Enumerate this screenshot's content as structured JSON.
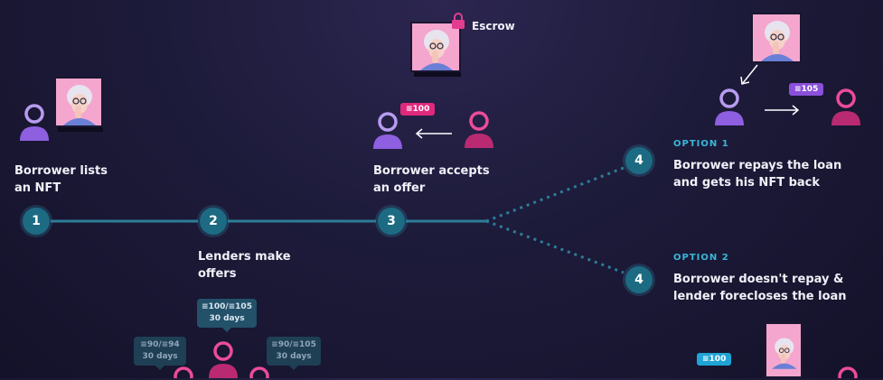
{
  "steps": {
    "s1": "1",
    "s2": "2",
    "s3": "3",
    "s4a": "4",
    "s4b": "4"
  },
  "labels": {
    "borrower_lists": [
      "Borrower lists",
      "an NFT"
    ],
    "lenders_make": [
      "Lenders make",
      "offers"
    ],
    "borrower_accepts": [
      "Borrower accepts",
      "an offer"
    ],
    "option1_tag": "OPTION 1",
    "option1_text": [
      "Borrower repays the loan",
      "and gets his NFT back"
    ],
    "option2_tag": "OPTION 2",
    "option2_text": [
      "Borrower doesn't repay &",
      "lender forecloses the loan"
    ],
    "escrow": "Escrow"
  },
  "badges": {
    "accept_amount": "≡100",
    "repay_amount": "≡105",
    "foreclose_amount": "≡100"
  },
  "offers": [
    {
      "line1": "≡90/≡94",
      "line2": "30 days",
      "style": "dim"
    },
    {
      "line1": "≡100/≡105",
      "line2": "30 days",
      "style": "active"
    },
    {
      "line1": "≡90/≡105",
      "line2": "30 days",
      "style": "dim"
    }
  ],
  "colors": {
    "borrower": "#b79cf0",
    "lender": "#e23d8f",
    "step_fill": "#1d6a83",
    "connector": "#2e7c98",
    "option_tag": "#3ab7d8",
    "nft_bg": "#f4a6cf"
  }
}
